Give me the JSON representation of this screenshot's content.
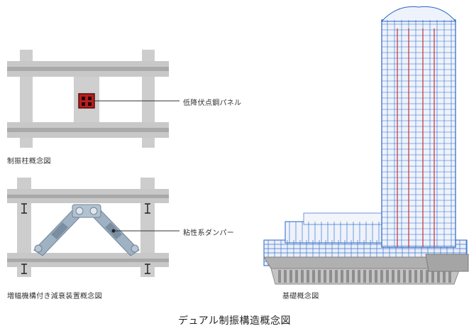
{
  "labels": {
    "panel_label": "低降伏点鋼パネル",
    "damper_label": "粘性系ダンパー",
    "column_caption": "制振柱概念図",
    "amplifier_caption": "増幅機構付き減衰装置概念図",
    "foundation_caption": "基礎概念図"
  },
  "caption": "デュアル制振構造概念図",
  "colors": {
    "concrete": "#c8c8c8",
    "beam_band": "#a8a8a8",
    "panel_red": "#b52020",
    "damper_steel": "#8fa4b8",
    "frame_blue": "#2a63c4",
    "core_red": "#c0303a",
    "foundation_gray": "#9a9a9a"
  }
}
